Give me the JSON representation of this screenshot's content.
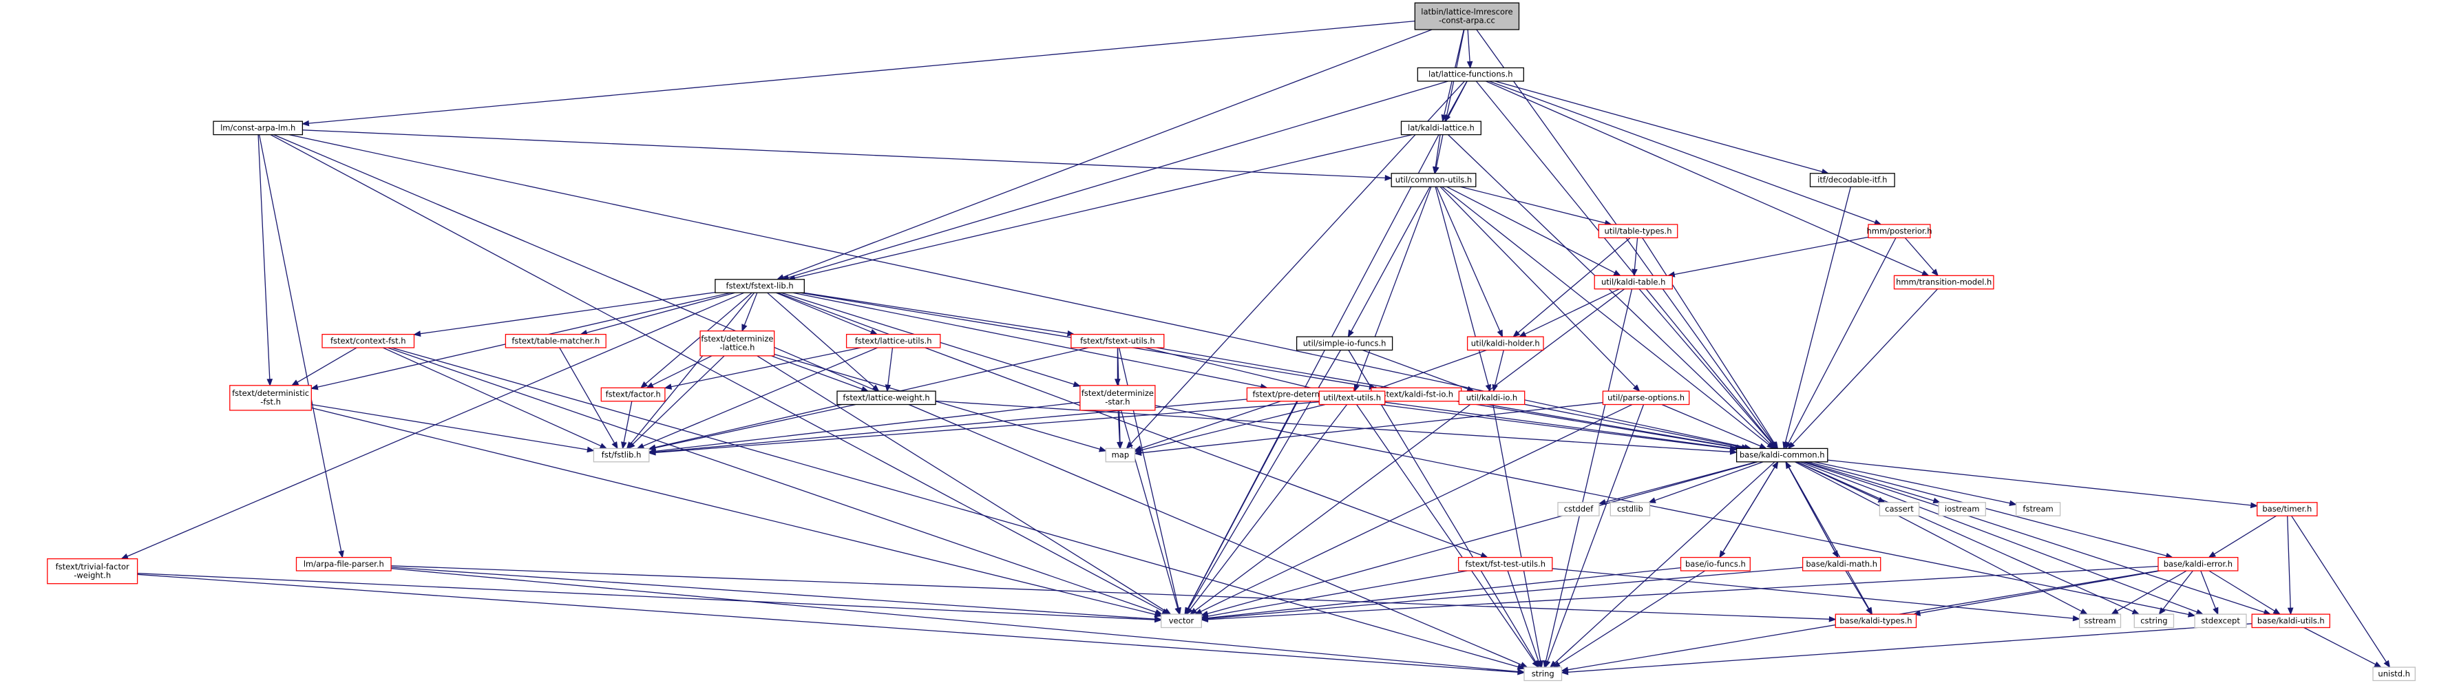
{
  "colors": {
    "edge": "#191970",
    "root_fill": "#bfbfbf",
    "root_border": "#000000",
    "documented_border": "#000000",
    "undocumented_border": "#ff0000",
    "system_border": "#bfbfbf",
    "box_fill": "#ffffff"
  },
  "nodes": [
    {
      "id": "root",
      "lines": [
        "latbin/lattice-lmrescore",
        "-const-arpa.cc"
      ],
      "kind": "root"
    },
    {
      "id": "latfun",
      "lines": [
        "lat/lattice-functions.h"
      ],
      "kind": "documented"
    },
    {
      "id": "constarpa",
      "lines": [
        "lm/const-arpa-lm.h"
      ],
      "kind": "documented"
    },
    {
      "id": "kaldilattice",
      "lines": [
        "lat/kaldi-lattice.h"
      ],
      "kind": "documented"
    },
    {
      "id": "decodableitf",
      "lines": [
        "itf/decodable-itf.h"
      ],
      "kind": "documented"
    },
    {
      "id": "commonutils",
      "lines": [
        "util/common-utils.h"
      ],
      "kind": "documented"
    },
    {
      "id": "posterior",
      "lines": [
        "hmm/posterior.h"
      ],
      "kind": "undocumented"
    },
    {
      "id": "tabletypes",
      "lines": [
        "util/table-types.h"
      ],
      "kind": "undocumented"
    },
    {
      "id": "fstextlib",
      "lines": [
        "fstext/fstext-lib.h"
      ],
      "kind": "documented"
    },
    {
      "id": "kalditable",
      "lines": [
        "util/kaldi-table.h"
      ],
      "kind": "undocumented"
    },
    {
      "id": "transmodel",
      "lines": [
        "hmm/transition-model.h"
      ],
      "kind": "undocumented"
    },
    {
      "id": "contextfst",
      "lines": [
        "fstext/context-fst.h"
      ],
      "kind": "undocumented"
    },
    {
      "id": "tablematcher",
      "lines": [
        "fstext/table-matcher.h"
      ],
      "kind": "undocumented"
    },
    {
      "id": "determinizelattice",
      "lines": [
        "fstext/determinize",
        "-lattice.h"
      ],
      "kind": "undocumented"
    },
    {
      "id": "latticeutils",
      "lines": [
        "fstext/lattice-utils.h"
      ],
      "kind": "undocumented"
    },
    {
      "id": "fstextutils",
      "lines": [
        "fstext/fstext-utils.h"
      ],
      "kind": "undocumented"
    },
    {
      "id": "simpleio",
      "lines": [
        "util/simple-io-funcs.h"
      ],
      "kind": "documented"
    },
    {
      "id": "kaldiholder",
      "lines": [
        "util/kaldi-holder.h"
      ],
      "kind": "undocumented"
    },
    {
      "id": "deterministicfst",
      "lines": [
        "fstext/deterministic",
        "-fst.h"
      ],
      "kind": "undocumented"
    },
    {
      "id": "factor",
      "lines": [
        "fstext/factor.h"
      ],
      "kind": "undocumented"
    },
    {
      "id": "latticeweight",
      "lines": [
        "fstext/lattice-weight.h"
      ],
      "kind": "documented"
    },
    {
      "id": "determinizestar",
      "lines": [
        "fstext/determinize",
        "-star.h"
      ],
      "kind": "undocumented"
    },
    {
      "id": "predeterminize",
      "lines": [
        "fstext/pre-determinize.h"
      ],
      "kind": "undocumented"
    },
    {
      "id": "kaldifstio",
      "lines": [
        "fstext/kaldi-fst-io.h"
      ],
      "kind": "undocumented"
    },
    {
      "id": "textutils",
      "lines": [
        "util/text-utils.h"
      ],
      "kind": "undocumented"
    },
    {
      "id": "kaldiio",
      "lines": [
        "util/kaldi-io.h"
      ],
      "kind": "undocumented"
    },
    {
      "id": "parseoptions",
      "lines": [
        "util/parse-options.h"
      ],
      "kind": "undocumented"
    },
    {
      "id": "fstlib",
      "lines": [
        "fst/fstlib.h"
      ],
      "kind": "system"
    },
    {
      "id": "map",
      "lines": [
        "map"
      ],
      "kind": "system"
    },
    {
      "id": "kaldicommon",
      "lines": [
        "base/kaldi-common.h"
      ],
      "kind": "documented"
    },
    {
      "id": "cstddef",
      "lines": [
        "cstddef"
      ],
      "kind": "system"
    },
    {
      "id": "cstdlib",
      "lines": [
        "cstdlib"
      ],
      "kind": "system"
    },
    {
      "id": "cassert",
      "lines": [
        "cassert"
      ],
      "kind": "system"
    },
    {
      "id": "iostream",
      "lines": [
        "iostream"
      ],
      "kind": "system"
    },
    {
      "id": "fstream",
      "lines": [
        "fstream"
      ],
      "kind": "system"
    },
    {
      "id": "timer",
      "lines": [
        "base/timer.h"
      ],
      "kind": "undocumented"
    },
    {
      "id": "trivialfactor",
      "lines": [
        "fstext/trivial-factor",
        "-weight.h"
      ],
      "kind": "undocumented"
    },
    {
      "id": "arpafileparser",
      "lines": [
        "lm/arpa-file-parser.h"
      ],
      "kind": "undocumented"
    },
    {
      "id": "fsttestutils",
      "lines": [
        "fstext/fst-test-utils.h"
      ],
      "kind": "undocumented"
    },
    {
      "id": "iofuncs",
      "lines": [
        "base/io-funcs.h"
      ],
      "kind": "undocumented"
    },
    {
      "id": "kaldimath",
      "lines": [
        "base/kaldi-math.h"
      ],
      "kind": "undocumented"
    },
    {
      "id": "kaldierror",
      "lines": [
        "base/kaldi-error.h"
      ],
      "kind": "undocumented"
    },
    {
      "id": "vector",
      "lines": [
        "vector"
      ],
      "kind": "system"
    },
    {
      "id": "kalditypes",
      "lines": [
        "base/kaldi-types.h"
      ],
      "kind": "undocumented"
    },
    {
      "id": "sstream",
      "lines": [
        "sstream"
      ],
      "kind": "system"
    },
    {
      "id": "cstring",
      "lines": [
        "cstring"
      ],
      "kind": "system"
    },
    {
      "id": "stdexcept",
      "lines": [
        "stdexcept"
      ],
      "kind": "system"
    },
    {
      "id": "kaldiutils",
      "lines": [
        "base/kaldi-utils.h"
      ],
      "kind": "undocumented"
    },
    {
      "id": "unistd",
      "lines": [
        "unistd.h"
      ],
      "kind": "system"
    },
    {
      "id": "string",
      "lines": [
        "string"
      ],
      "kind": "system"
    }
  ],
  "edges": [
    [
      "root",
      "latfun"
    ],
    [
      "root",
      "constarpa"
    ],
    [
      "root",
      "kaldilattice"
    ],
    [
      "root",
      "commonutils"
    ],
    [
      "root",
      "fstextlib"
    ],
    [
      "root",
      "kaldicommon"
    ],
    [
      "latfun",
      "kaldilattice"
    ],
    [
      "latfun",
      "decodableitf"
    ],
    [
      "latfun",
      "posterior"
    ],
    [
      "latfun",
      "transmodel"
    ],
    [
      "latfun",
      "fstextlib"
    ],
    [
      "latfun",
      "map"
    ],
    [
      "latfun",
      "vector"
    ],
    [
      "latfun",
      "kaldicommon"
    ],
    [
      "constarpa",
      "commonutils"
    ],
    [
      "constarpa",
      "kaldicommon"
    ],
    [
      "constarpa",
      "deterministicfst"
    ],
    [
      "constarpa",
      "arpafileparser"
    ],
    [
      "constarpa",
      "vector"
    ],
    [
      "constarpa",
      "string"
    ],
    [
      "kaldilattice",
      "commonutils"
    ],
    [
      "kaldilattice",
      "fstextlib"
    ],
    [
      "kaldilattice",
      "kaldicommon"
    ],
    [
      "decodableitf",
      "kaldicommon"
    ],
    [
      "posterior",
      "kalditable"
    ],
    [
      "posterior",
      "transmodel"
    ],
    [
      "posterior",
      "kaldicommon"
    ],
    [
      "transmodel",
      "kaldicommon"
    ],
    [
      "commonutils",
      "tabletypes"
    ],
    [
      "commonutils",
      "kalditable"
    ],
    [
      "commonutils",
      "kaldiholder"
    ],
    [
      "commonutils",
      "simpleio"
    ],
    [
      "commonutils",
      "kaldiio"
    ],
    [
      "commonutils",
      "textutils"
    ],
    [
      "commonutils",
      "parseoptions"
    ],
    [
      "commonutils",
      "kaldicommon"
    ],
    [
      "tabletypes",
      "kalditable"
    ],
    [
      "tabletypes",
      "kaldiholder"
    ],
    [
      "tabletypes",
      "kaldicommon"
    ],
    [
      "kalditable",
      "kaldiholder"
    ],
    [
      "kalditable",
      "kaldicommon"
    ],
    [
      "kalditable",
      "vector"
    ],
    [
      "kalditable",
      "string"
    ],
    [
      "kaldiholder",
      "kaldiio"
    ],
    [
      "kaldiholder",
      "textutils"
    ],
    [
      "kaldiio",
      "kaldicommon"
    ],
    [
      "kaldiio",
      "string"
    ],
    [
      "simpleio",
      "kaldiio"
    ],
    [
      "simpleio",
      "vector"
    ],
    [
      "simpleio",
      "string"
    ],
    [
      "parseoptions",
      "kaldicommon"
    ],
    [
      "parseoptions",
      "map"
    ],
    [
      "parseoptions",
      "vector"
    ],
    [
      "parseoptions",
      "string"
    ],
    [
      "textutils",
      "kaldicommon"
    ],
    [
      "textutils",
      "map"
    ],
    [
      "textutils",
      "vector"
    ],
    [
      "textutils",
      "string"
    ],
    [
      "fstextlib",
      "contextfst"
    ],
    [
      "fstextlib",
      "tablematcher"
    ],
    [
      "fstextlib",
      "determinizelattice"
    ],
    [
      "fstextlib",
      "latticeutils"
    ],
    [
      "fstextlib",
      "fstextutils"
    ],
    [
      "fstextlib",
      "deterministicfst"
    ],
    [
      "fstextlib",
      "factor"
    ],
    [
      "fstextlib",
      "latticeweight"
    ],
    [
      "fstextlib",
      "determinizestar"
    ],
    [
      "fstextlib",
      "predeterminize"
    ],
    [
      "fstextlib",
      "kaldifstio"
    ],
    [
      "fstextlib",
      "fsttestutils"
    ],
    [
      "fstextlib",
      "trivialfactor"
    ],
    [
      "fstextlib",
      "fstlib"
    ],
    [
      "contextfst",
      "deterministicfst"
    ],
    [
      "contextfst",
      "fstlib"
    ],
    [
      "contextfst",
      "vector"
    ],
    [
      "contextfst",
      "string"
    ],
    [
      "tablematcher",
      "fstlib"
    ],
    [
      "determinizelattice",
      "factor"
    ],
    [
      "determinizelattice",
      "latticeweight"
    ],
    [
      "determinizelattice",
      "fstlib"
    ],
    [
      "determinizelattice",
      "vector"
    ],
    [
      "determinizelattice",
      "map"
    ],
    [
      "latticeutils",
      "factor"
    ],
    [
      "latticeutils",
      "latticeweight"
    ],
    [
      "latticeutils",
      "fstlib"
    ],
    [
      "fstextutils",
      "determinizestar"
    ],
    [
      "fstextutils",
      "textutils"
    ],
    [
      "fstextutils",
      "fstlib"
    ],
    [
      "fstextutils",
      "vector"
    ],
    [
      "fstextutils",
      "map"
    ],
    [
      "fstextutils",
      "kaldicommon"
    ],
    [
      "deterministicfst",
      "fstlib"
    ],
    [
      "deterministicfst",
      "vector"
    ],
    [
      "factor",
      "fstlib"
    ],
    [
      "latticeweight",
      "fstlib"
    ],
    [
      "latticeweight",
      "kaldicommon"
    ],
    [
      "determinizestar",
      "fstlib"
    ],
    [
      "determinizestar",
      "vector"
    ],
    [
      "determinizestar",
      "map"
    ],
    [
      "determinizestar",
      "stdexcept"
    ],
    [
      "predeterminize",
      "fstlib"
    ],
    [
      "predeterminize",
      "vector"
    ],
    [
      "predeterminize",
      "map"
    ],
    [
      "predeterminize",
      "kaldicommon"
    ],
    [
      "kaldifstio",
      "fstlib"
    ],
    [
      "kaldifstio",
      "kaldicommon"
    ],
    [
      "fsttestutils",
      "vector"
    ],
    [
      "fsttestutils",
      "string"
    ],
    [
      "fsttestutils",
      "sstream"
    ],
    [
      "trivialfactor",
      "vector"
    ],
    [
      "trivialfactor",
      "string"
    ],
    [
      "arpafileparser",
      "vector"
    ],
    [
      "arpafileparser",
      "string"
    ],
    [
      "arpafileparser",
      "kalditypes"
    ],
    [
      "kaldicommon",
      "cstddef"
    ],
    [
      "kaldicommon",
      "cstdlib"
    ],
    [
      "kaldicommon",
      "cassert"
    ],
    [
      "kaldicommon",
      "iostream"
    ],
    [
      "kaldicommon",
      "fstream"
    ],
    [
      "kaldicommon",
      "timer"
    ],
    [
      "kaldicommon",
      "iofuncs"
    ],
    [
      "kaldicommon",
      "kaldimath"
    ],
    [
      "kaldicommon",
      "kaldierror"
    ],
    [
      "kaldicommon",
      "kalditypes"
    ],
    [
      "kaldicommon",
      "kaldiutils"
    ],
    [
      "kaldicommon",
      "vector"
    ],
    [
      "kaldicommon",
      "string"
    ],
    [
      "kaldicommon",
      "sstream"
    ],
    [
      "kaldicommon",
      "cstring"
    ],
    [
      "kaldicommon",
      "stdexcept"
    ],
    [
      "timer",
      "kaldierror"
    ],
    [
      "timer",
      "kaldiutils"
    ],
    [
      "timer",
      "unistd"
    ],
    [
      "iofuncs",
      "kaldicommon"
    ],
    [
      "iofuncs",
      "vector"
    ],
    [
      "iofuncs",
      "string"
    ],
    [
      "kaldimath",
      "kaldicommon"
    ],
    [
      "kaldimath",
      "kalditypes"
    ],
    [
      "kaldimath",
      "vector"
    ],
    [
      "kaldierror",
      "kalditypes"
    ],
    [
      "kaldierror",
      "kaldiutils"
    ],
    [
      "kaldierror",
      "vector"
    ],
    [
      "kaldierror",
      "string"
    ],
    [
      "kaldierror",
      "sstream"
    ],
    [
      "kaldierror",
      "cstring"
    ],
    [
      "kaldierror",
      "stdexcept"
    ],
    [
      "kaldiutils",
      "string"
    ],
    [
      "kaldiutils",
      "unistd"
    ]
  ]
}
